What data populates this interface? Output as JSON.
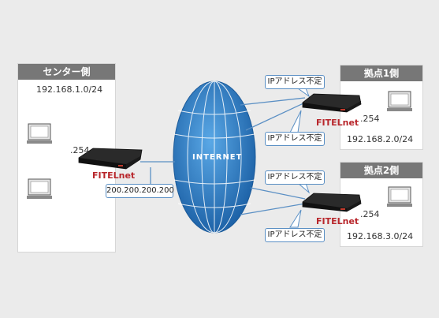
{
  "center": {
    "title": "センター側",
    "subnet": "192.168.1.0/24",
    "lan_suffix": ".254",
    "wan_address": "200.200.200.200"
  },
  "internet": {
    "label": "INTERNET"
  },
  "brand": "FITELnet",
  "site1": {
    "title": "拠点1側",
    "subnet": "192.168.2.0/24",
    "lan_suffix": ".254"
  },
  "site2": {
    "title": "拠点2側",
    "subnet": "192.168.3.0/24",
    "lan_suffix": ".254"
  },
  "callouts": {
    "ip_indefinite": "IPアドレス不定"
  },
  "colors": {
    "background": "#ebebeb",
    "header": "#777777",
    "globe": "#2f7ec8",
    "callout_border": "#5a8fc4",
    "brand": "#b8262b"
  }
}
